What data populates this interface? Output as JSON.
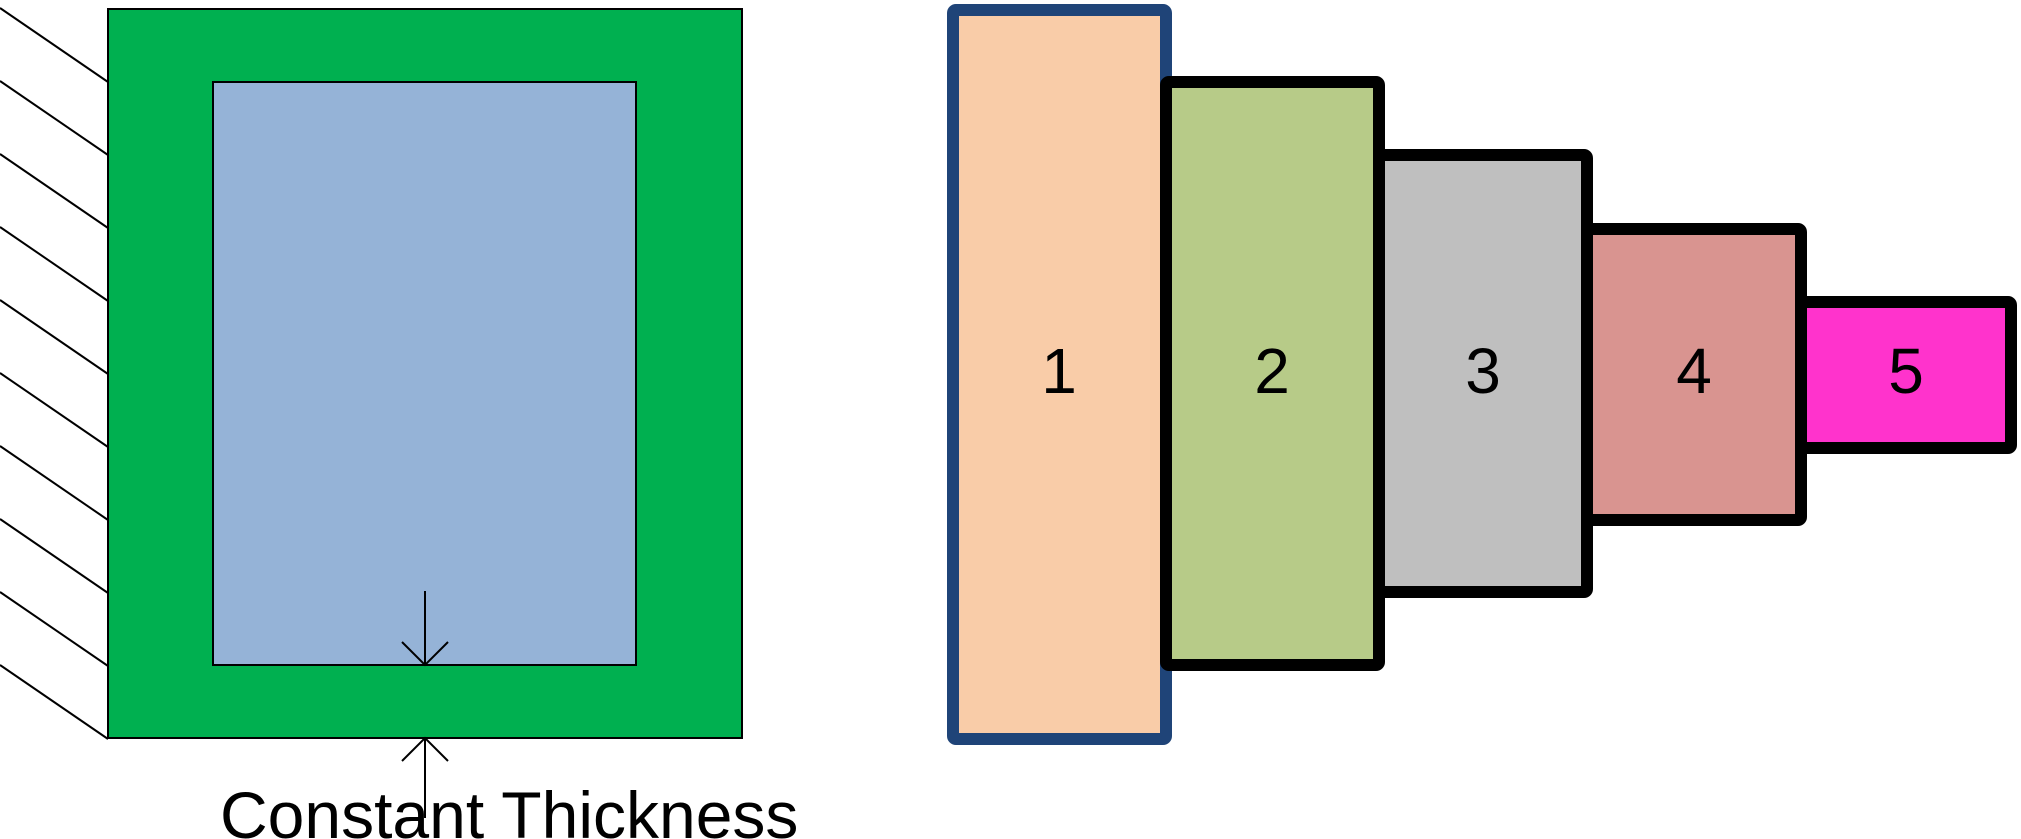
{
  "left_figure": {
    "caption": "Constant Thickness",
    "outer_color": "#00B050",
    "inner_color": "#95B3D7",
    "hatch_color": "#000000"
  },
  "right_figure": {
    "segments": [
      {
        "label": "1",
        "color": "#F9CCA8",
        "border": "#1F4478"
      },
      {
        "label": "2",
        "color": "#B7CB88",
        "border": "#000000"
      },
      {
        "label": "3",
        "color": "#BFBFBF",
        "border": "#000000"
      },
      {
        "label": "4",
        "color": "#D99490",
        "border": "#000000"
      },
      {
        "label": "5",
        "color": "#FF33CC",
        "border": "#000000"
      }
    ]
  }
}
